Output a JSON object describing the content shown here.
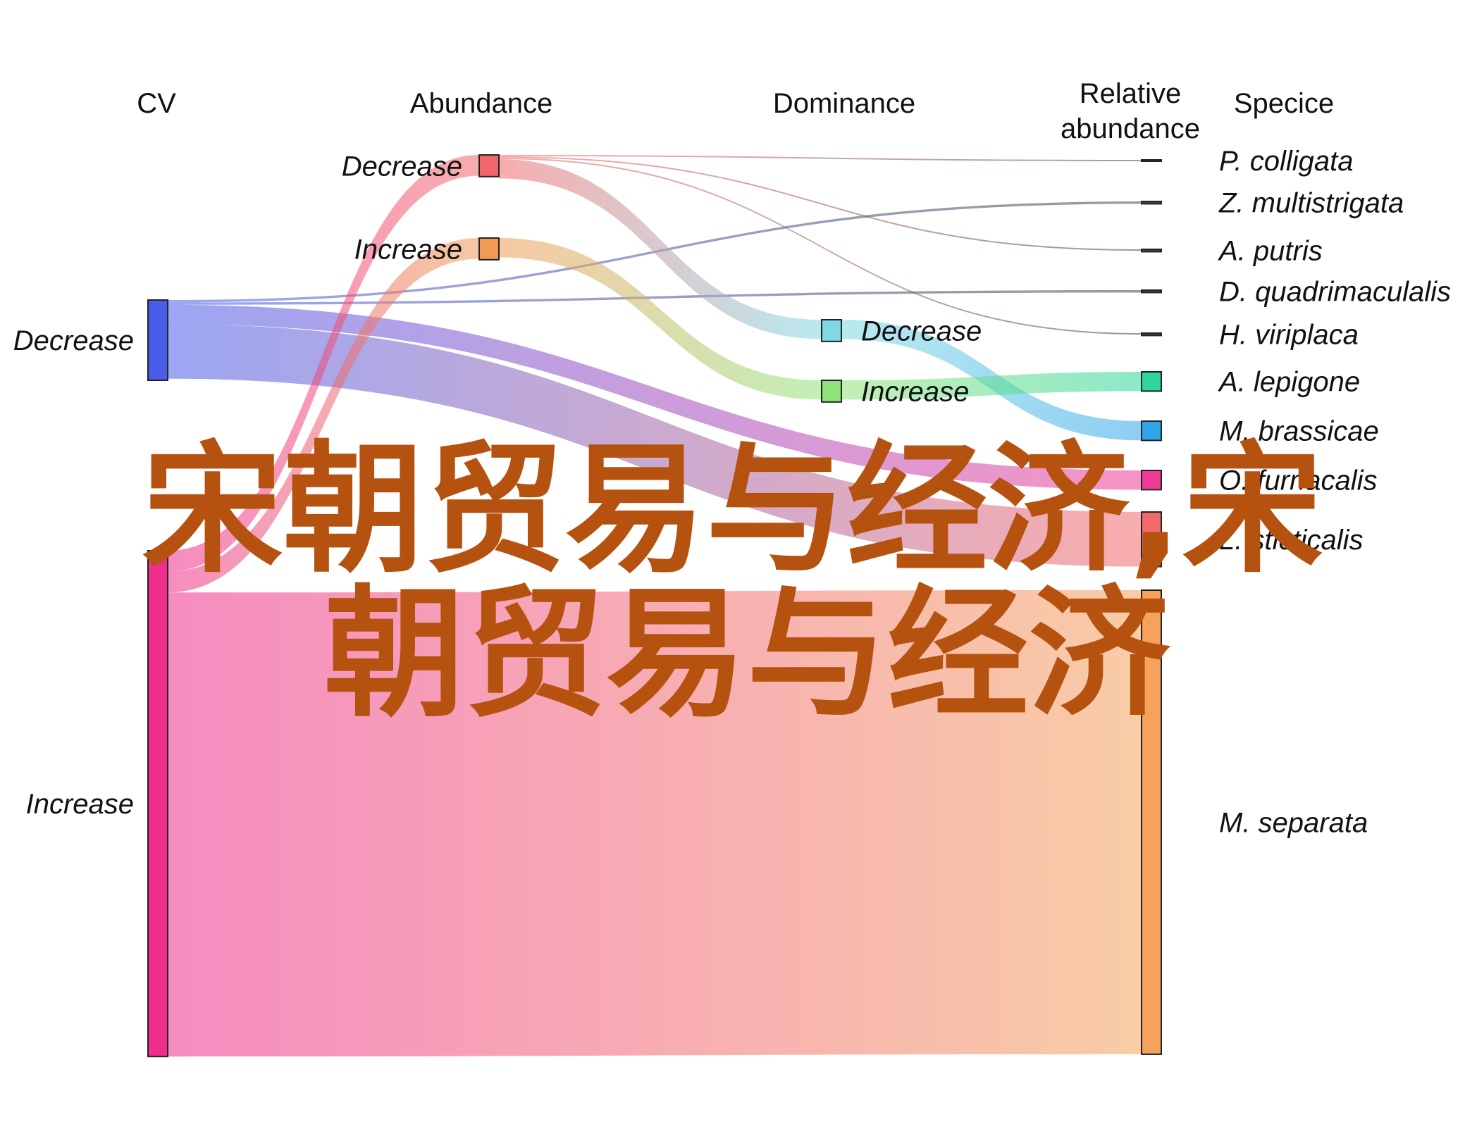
{
  "chart_data": {
    "type": "sankey",
    "columns": [
      "CV",
      "Abundance",
      "Dominance",
      "Relative\nabundance",
      "Specice"
    ],
    "nodes": [
      {
        "id": "cv_dec",
        "column": 0,
        "label": "Decrease",
        "color": "#4a5de8",
        "value": 5.0
      },
      {
        "id": "cv_inc",
        "column": 0,
        "label": "Increase",
        "color": "#ee2d8c",
        "value": 31.5
      },
      {
        "id": "ab_dec",
        "column": 1,
        "label": "Decrease",
        "color": "#f2676a",
        "value": 1.35
      },
      {
        "id": "ab_inc",
        "column": 1,
        "label": "Increase",
        "color": "#f19a55",
        "value": 1.35
      },
      {
        "id": "dom_dec",
        "column": 2,
        "label": "Decrease",
        "color": "#7fd8e2",
        "value": 1.35
      },
      {
        "id": "dom_inc",
        "column": 2,
        "label": "Increase",
        "color": "#8fe37a",
        "value": 1.35
      },
      {
        "id": "sp_colligata",
        "column": 4,
        "label": "P. colligata",
        "color": "#555555",
        "value": 0.05
      },
      {
        "id": "sp_multistrigata",
        "column": 4,
        "label": "Z. multistrigata",
        "color": "#444444",
        "value": 0.15
      },
      {
        "id": "sp_putris",
        "column": 4,
        "label": "A. putris",
        "color": "#444444",
        "value": 0.15
      },
      {
        "id": "sp_quadrimaculalis",
        "column": 4,
        "label": "D. quadrimaculalis",
        "color": "#444444",
        "value": 0.15
      },
      {
        "id": "sp_viriplaca",
        "column": 4,
        "label": "H. viriplaca",
        "color": "#444444",
        "value": 0.15
      },
      {
        "id": "sp_lepigone",
        "column": 4,
        "label": "A. lepigone",
        "color": "#2ed69b",
        "value": 1.2
      },
      {
        "id": "sp_brassicae",
        "column": 4,
        "label": "M. brassicae",
        "color": "#2fa6ea",
        "value": 1.2
      },
      {
        "id": "sp_furnacalis",
        "column": 4,
        "label": "O. furnacalis",
        "color": "#ee3b96",
        "value": 1.2
      },
      {
        "id": "sp_sticticalis",
        "column": 4,
        "label": "L. sticticalis",
        "color": "#f26a6a",
        "value": 3.4
      },
      {
        "id": "sp_separata",
        "column": 4,
        "label": "M. separata",
        "color": "#f4a25c",
        "value": 28.9
      }
    ],
    "links": [
      {
        "source": "cv_dec",
        "target": "sp_multistrigata",
        "value": 0.15
      },
      {
        "source": "cv_dec",
        "target": "sp_quadrimaculalis",
        "value": 0.15
      },
      {
        "source": "cv_dec",
        "target": "sp_furnacalis",
        "value": 1.2
      },
      {
        "source": "cv_dec",
        "target": "sp_sticticalis",
        "value": 3.4
      },
      {
        "source": "cv_inc",
        "target": "ab_dec",
        "value": 1.3
      },
      {
        "source": "cv_inc",
        "target": "ab_inc",
        "value": 1.3
      },
      {
        "source": "cv_inc",
        "target": "sp_separata",
        "value": 28.9
      },
      {
        "source": "ab_dec",
        "target": "sp_colligata",
        "value": 0.05
      },
      {
        "source": "ab_dec",
        "target": "sp_putris",
        "value": 0.05
      },
      {
        "source": "ab_dec",
        "target": "sp_viriplaca",
        "value": 0.05
      },
      {
        "source": "ab_dec",
        "target": "dom_dec",
        "value": 1.2
      },
      {
        "source": "ab_inc",
        "target": "dom_inc",
        "value": 1.2
      },
      {
        "source": "dom_dec",
        "target": "sp_brassicae",
        "value": 1.2
      },
      {
        "source": "dom_inc",
        "target": "sp_lepigone",
        "value": 1.2
      }
    ]
  },
  "watermark": {
    "line1": "宋朝贸易与经济,宋",
    "line2": "朝贸易与经济",
    "color": "#b65210"
  }
}
